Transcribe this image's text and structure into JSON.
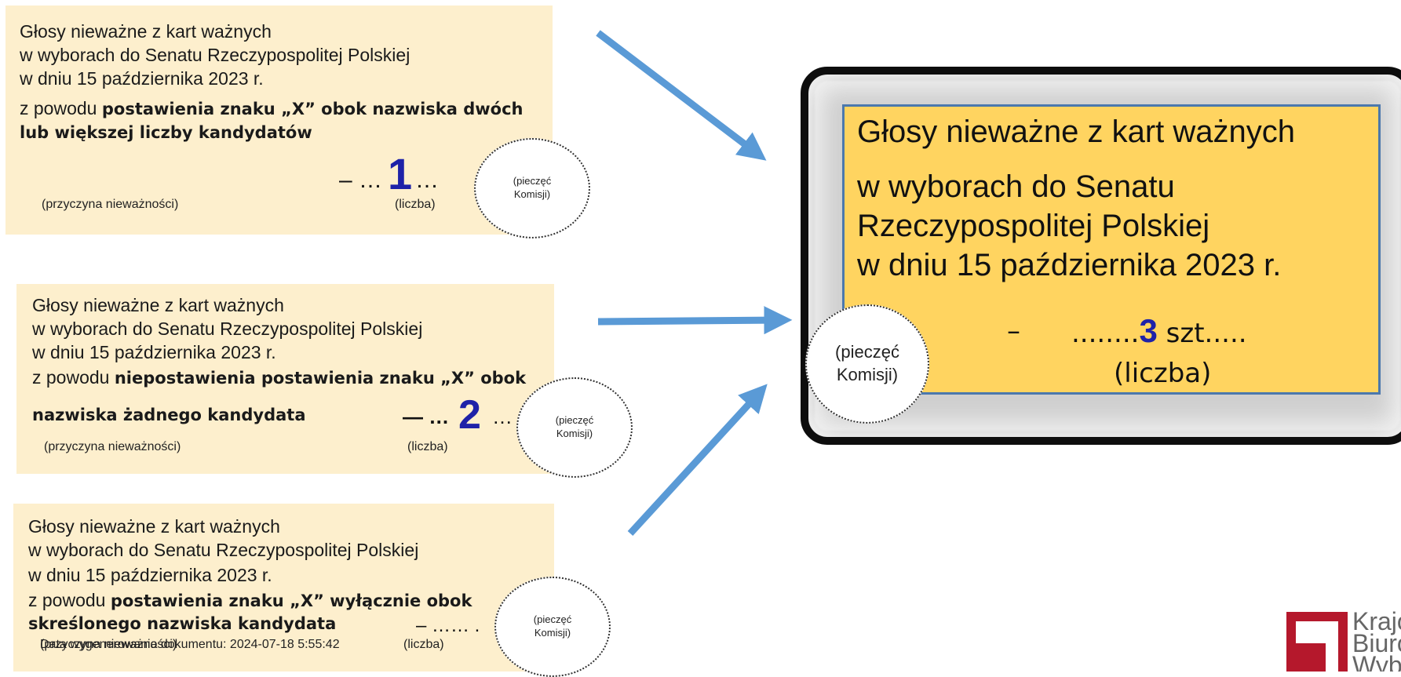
{
  "cards": [
    {
      "line1": "Głosy nieważne z kart ważnych",
      "line2": "w wyborach do Senatu Rzeczypospolitej Polskiej",
      "line3": "w dniu 15 października 2023 r.",
      "reason_prefix": "z powodu ",
      "reason_bold_1": "postawienia znaku „X” obok nazwiska dwóch",
      "reason_bold_2": "lub większej liczby kandydatów",
      "reason_label": "(przyczyna nieważności)",
      "dash_before": "– …",
      "number": "1",
      "dash_after": "…",
      "number_label": "(liczba)",
      "stamp_line1": "(pieczęć",
      "stamp_line2": "Komisji)"
    },
    {
      "line1": "Głosy nieważne z kart ważnych",
      "line2": "w wyborach do Senatu Rzeczypospolitej Polskiej",
      "line3": "w dniu 15 października 2023 r.",
      "reason_prefix": "z powodu ",
      "reason_bold_1": "niepostawienia postawienia znaku „X” obok",
      "reason_bold_2": "nazwiska żadnego kandydata",
      "reason_label": "(przyczyna nieważności)",
      "dash_before": "— …",
      "number": "2",
      "dash_after": "…",
      "number_label": "(liczba)",
      "stamp_line1": "(pieczęć",
      "stamp_line2": "Komisji)"
    },
    {
      "line1": "Głosy nieważne z kart ważnych",
      "line2": "w wyborach do Senatu Rzeczypospolitej Polskiej",
      "line3": "w dniu 15 października 2023 r.",
      "reason_prefix": "z powodu ",
      "reason_bold_1": "postawienia znaku „X” wyłącznie obok",
      "reason_bold_2": "skreślonego nazwiska kandydata",
      "reason_label": "(przyczyna nieważności)",
      "overlay_text": "Data wygenerowania dokumentu: 2024-07-18 5:55:42",
      "dash_before": "– …… .",
      "number_label": "(liczba)",
      "stamp_line1": "(pieczęć",
      "stamp_line2": "Komisji)"
    }
  ],
  "summary": {
    "line1": "Głosy nieważne z kart ważnych",
    "line2": "w wyborach do Senatu",
    "line3": "Rzeczypospolitej Polskiej",
    "line4": "w dniu 15 października 2023 r.",
    "dash": "–",
    "dots_before": "........",
    "number": "3",
    "unit": " szt.....",
    "number_label": "(liczba)",
    "stamp_line1": "(pieczęć",
    "stamp_line2": "Komisji)"
  },
  "logo": {
    "line1": "Krajo",
    "line2": "Biuro",
    "line3": "Wyb"
  },
  "colors": {
    "card_bg": "#fdefcd",
    "summary_bg": "#ffd460",
    "number_blue": "#1e22a8",
    "arrow_blue": "#5a9ad6",
    "logo_red": "#b5182c"
  }
}
